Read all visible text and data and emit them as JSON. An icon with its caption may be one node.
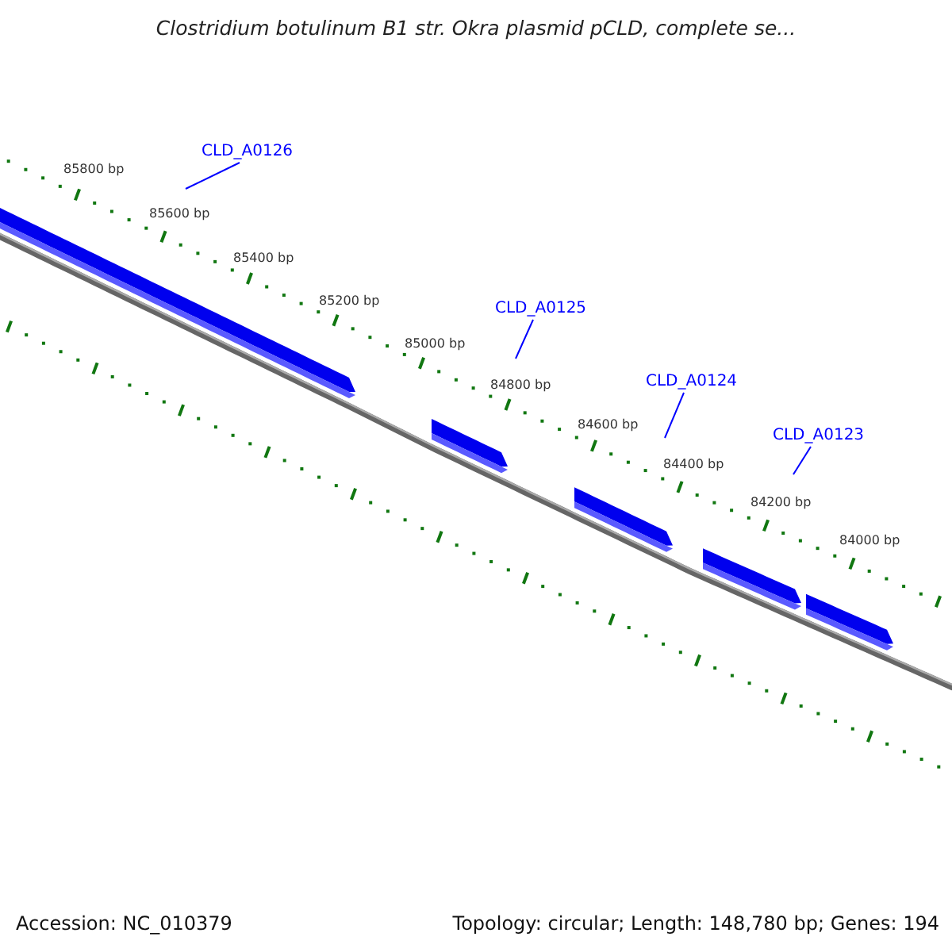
{
  "diagram": {
    "title": "Clostridium botulinum B1 str. Okra plasmid pCLD, complete se...",
    "nodes": [
      {
        "text": [
          "CLD_A0126"
        ]
      },
      {
        "text": [
          "CLD_A0125"
        ]
      },
      {
        "text": [
          "CLD_A0124"
        ]
      },
      {
        "text": [
          "CLD_A0123"
        ]
      }
    ],
    "edges": [
      {
        "from": 0,
        "to": null,
        "arrow": "none"
      },
      {
        "from": 1,
        "to": null,
        "arrow": "none"
      },
      {
        "from": 2,
        "to": null,
        "arrow": "none"
      },
      {
        "from": 3,
        "to": null,
        "arrow": "none"
      }
    ],
    "labels": [
      "85800 bp",
      "85600 bp",
      "85400 bp",
      "85200 bp",
      "85000 bp",
      "84800 bp",
      "84600 bp",
      "84400 bp",
      "84200 bp",
      "84000 bp",
      "Accession: NC_010379",
      "Topology: circular; Length: 148,780 bp; Genes: 194"
    ]
  }
}
